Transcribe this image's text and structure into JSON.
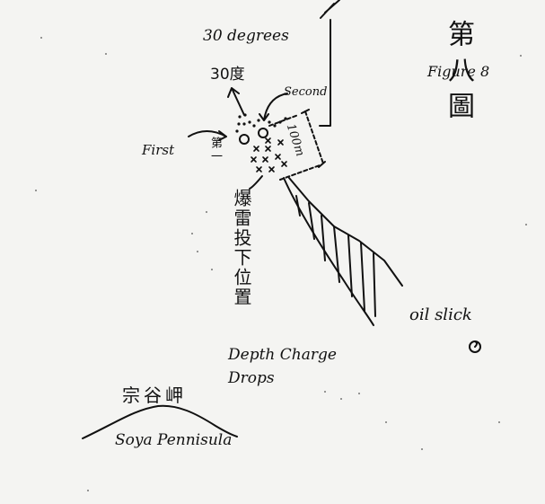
{
  "figure": {
    "title_en": "Figure 8",
    "title_jp": "第八圖"
  },
  "labels": {
    "thirty_degrees": "30 degrees",
    "thirty_degrees_jp": "30度",
    "second": "Second",
    "first": "First",
    "first_jp": "第一",
    "distance": "100m",
    "depth_charge_jp": "爆雷投下位置",
    "depth_charge": "Depth Charge Drops",
    "oil_slick": "oil slick",
    "soya_jp": "宗谷岬",
    "soya": "Soya Pennisula"
  },
  "icons": {
    "north": "north-arrow-icon",
    "oil_slick_marker": "spiral-icon",
    "drop_marker": "x-mark-icon"
  }
}
